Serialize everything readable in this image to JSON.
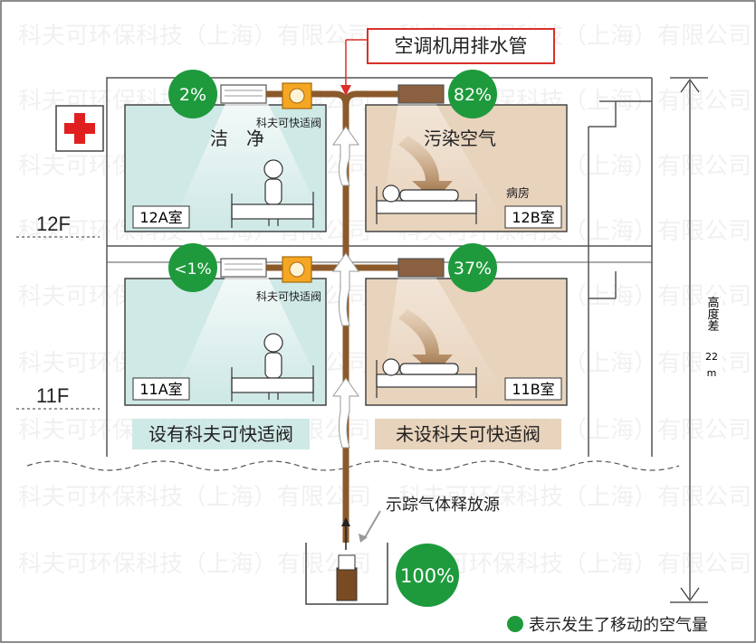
{
  "title": "空调机用排水管",
  "left_room": {
    "label": "洁　净",
    "valve_label": "科夫可快适阀"
  },
  "right_room": {
    "label": "污染空气",
    "ward_label": "病房"
  },
  "rooms": {
    "r12a": "12A室",
    "r12b": "12B室",
    "r11a": "11A室",
    "r11b": "11B室"
  },
  "floors": {
    "f12": "12F",
    "f11": "11F"
  },
  "percentages": {
    "p12a": "2%",
    "p12b": "82%",
    "p11a": "<1%",
    "p11b": "37%",
    "source": "100%"
  },
  "captions": {
    "with_valve": "设有科夫可快适阀",
    "without_valve": "未设科夫可快适阀"
  },
  "source_label": "示踪气体释放源",
  "height_label": {
    "text": "高度差",
    "value": "22",
    "unit": "m"
  },
  "legend": "表示发生了移动的空气量",
  "watermark": "科夫可环保科技（上海）有限公司",
  "colors": {
    "pct_circle": "#1e9a3c",
    "clean_room": "#cfe9e6",
    "dirty_room": "#e8d3bc",
    "pipe": "#8b5a2b",
    "valve": "#f5a623",
    "title_border": "#d9302a",
    "cross": "#e02020"
  }
}
